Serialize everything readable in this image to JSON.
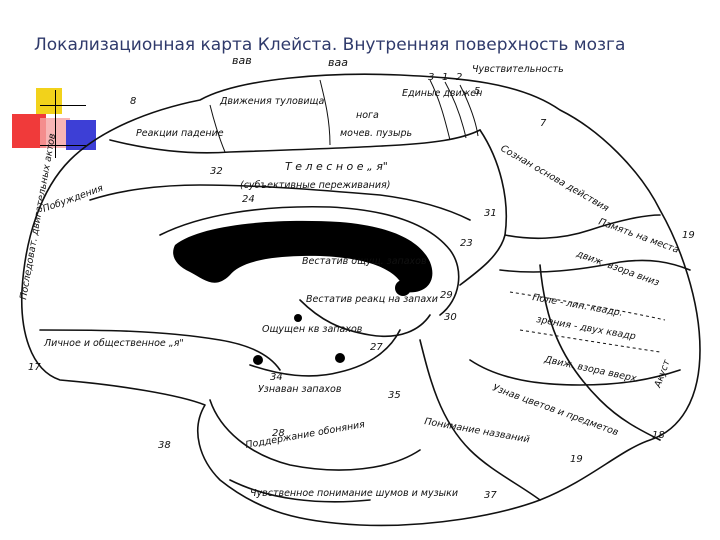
{
  "slide": {
    "title": "Локализационная карта Клейста. Внутренняя поверхность мозга"
  },
  "diagram": {
    "labels": {
      "vav": "вав",
      "vaa": "ваа",
      "sens": "Чувствительность",
      "dvizh_tul": "Движения туловища",
      "edin_dvizh": "Единые движен",
      "noga": "нога",
      "mochev": "мочев. пузырь",
      "reakcii": "Реакции падение",
      "pobuzh": "Побуждения",
      "telesnoe_ya": "Т е л е с н о е „ я\"",
      "subekt": "(субъективные переживания)",
      "soznan": "Сознан основа действия",
      "pamyat": "Память на места",
      "dvizh_vzora_vniz": "движ. взора вниз",
      "posled": "Последоват. двигательных актов",
      "vestat_oshch": "Вестатив ощущ. запахов",
      "vestat_reak": "Вестатив реакц на запахи",
      "oshch_kv": "Ощущен кв запахов",
      "pole_lin": "Поле - лин. квадр.",
      "zrenie": "зрения - двух квадр",
      "dvizh_vzora_vverh": "Движ. взора вверх",
      "lichnoe": "Личное и общественное „я\"",
      "uznav_zap": "Узнаван запахов",
      "uznav_cv": "Узнав цветов и предметов",
      "ponim_naz": "Понимание названий",
      "post_obon": "Поддержание обоняния",
      "chuvstv_pon": "Чувственное понимание шумов и музыки",
      "akust": "Акуст"
    },
    "numbers": {
      "n8": "8",
      "n3": "3",
      "n1": "1",
      "n2": "2",
      "n5": "5",
      "n7": "7",
      "n32": "32",
      "n24": "24",
      "n31": "31",
      "n23": "23",
      "n19a": "19",
      "n29": "29",
      "n30": "30",
      "n27": "27",
      "n34": "34",
      "n35": "35",
      "n28": "28",
      "n17": "17",
      "n38": "38",
      "n18": "18",
      "n19b": "19",
      "n37": "37"
    }
  }
}
